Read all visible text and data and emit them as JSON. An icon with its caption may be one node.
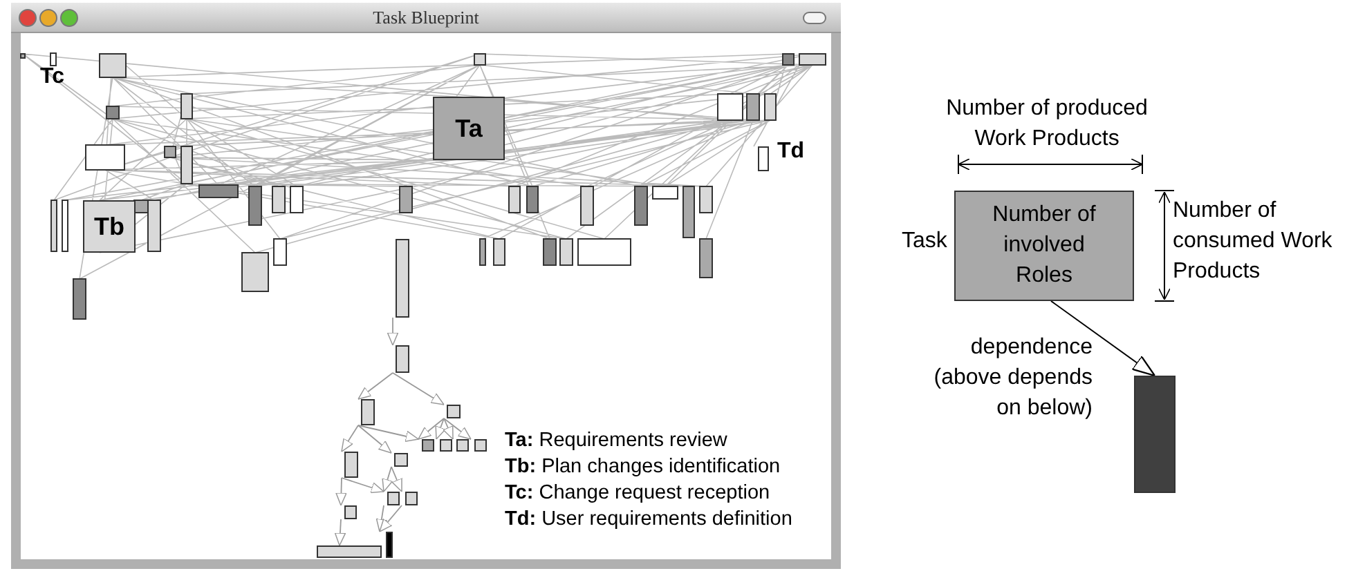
{
  "diagram": {
    "nodes": [
      {
        "text": [
          "Task Blueprint"
        ]
      },
      {
        "text": [
          "Ta"
        ],
        "in": 0
      },
      {
        "text": [
          "Tb"
        ],
        "in": 0
      },
      {
        "text": [],
        "shape": "box",
        "in": 0,
        "beside": [
          "Tc"
        ]
      },
      {
        "text": [],
        "shape": "box",
        "in": 0,
        "beside": [
          "Td"
        ]
      },
      {
        "text": [],
        "shape": "box",
        "in": 0
      },
      {
        "text": [],
        "shape": "box",
        "in": 0
      },
      {
        "text": [],
        "shape": "box",
        "in": 0
      },
      {
        "text": [],
        "shape": "box",
        "in": 0
      },
      {
        "text": [],
        "shape": "box",
        "in": 0
      },
      {
        "text": [],
        "shape": "box",
        "in": 0
      },
      {
        "text": [],
        "shape": "box",
        "in": 0
      },
      {
        "text": [],
        "shape": "box",
        "in": 0
      },
      {
        "text": [],
        "shape": "box",
        "in": 0
      },
      {
        "text": [],
        "shape": "box",
        "in": 0
      },
      {
        "text": [],
        "shape": "box",
        "in": 0
      },
      {
        "text": [],
        "shape": "box",
        "in": 0
      },
      {
        "text": [],
        "shape": "box",
        "in": 0
      },
      {
        "text": [],
        "shape": "box",
        "in": 0
      },
      {
        "text": [],
        "shape": "box",
        "in": 0
      },
      {
        "text": [
          "Number of involved Roles"
        ],
        "beside": [
          "Task"
        ]
      },
      {
        "text": [],
        "shape": "box"
      }
    ],
    "edges": [
      {
        "from": 5,
        "to": 6,
        "arrow": "to"
      },
      {
        "from": 6,
        "to": 7,
        "arrow": "to"
      },
      {
        "from": 6,
        "to": 8,
        "arrow": "to"
      },
      {
        "from": 7,
        "to": 9,
        "arrow": "to"
      },
      {
        "from": 7,
        "to": 10,
        "arrow": "to"
      },
      {
        "from": 7,
        "to": 11,
        "arrow": "to"
      },
      {
        "from": 8,
        "to": 11,
        "arrow": "to"
      },
      {
        "from": 8,
        "to": 12,
        "arrow": "to"
      },
      {
        "from": 8,
        "to": 13,
        "arrow": "to"
      },
      {
        "from": 8,
        "to": 14,
        "arrow": "to"
      },
      {
        "from": 9,
        "to": 15,
        "arrow": "to"
      },
      {
        "from": 9,
        "to": 16,
        "arrow": "to"
      },
      {
        "from": 10,
        "to": 16,
        "arrow": "to"
      },
      {
        "from": 10,
        "to": 17,
        "arrow": "to"
      },
      {
        "from": 15,
        "to": 18,
        "arrow": "to"
      },
      {
        "from": 16,
        "to": 19,
        "arrow": "to"
      },
      {
        "from": 17,
        "to": 19,
        "arrow": "to"
      },
      {
        "from": 20,
        "to": 21,
        "arrow": "to",
        "label": "dependence (above depends on below)",
        "color": "#000000"
      }
    ],
    "labels": [
      "**Ta:** Requirements review",
      "**Tb:** Plan changes identification",
      "**Tc:** Change request reception",
      "**Td:** User requirements definition",
      "Number of produced Work Products",
      "Number of consumed Work Products"
    ]
  }
}
